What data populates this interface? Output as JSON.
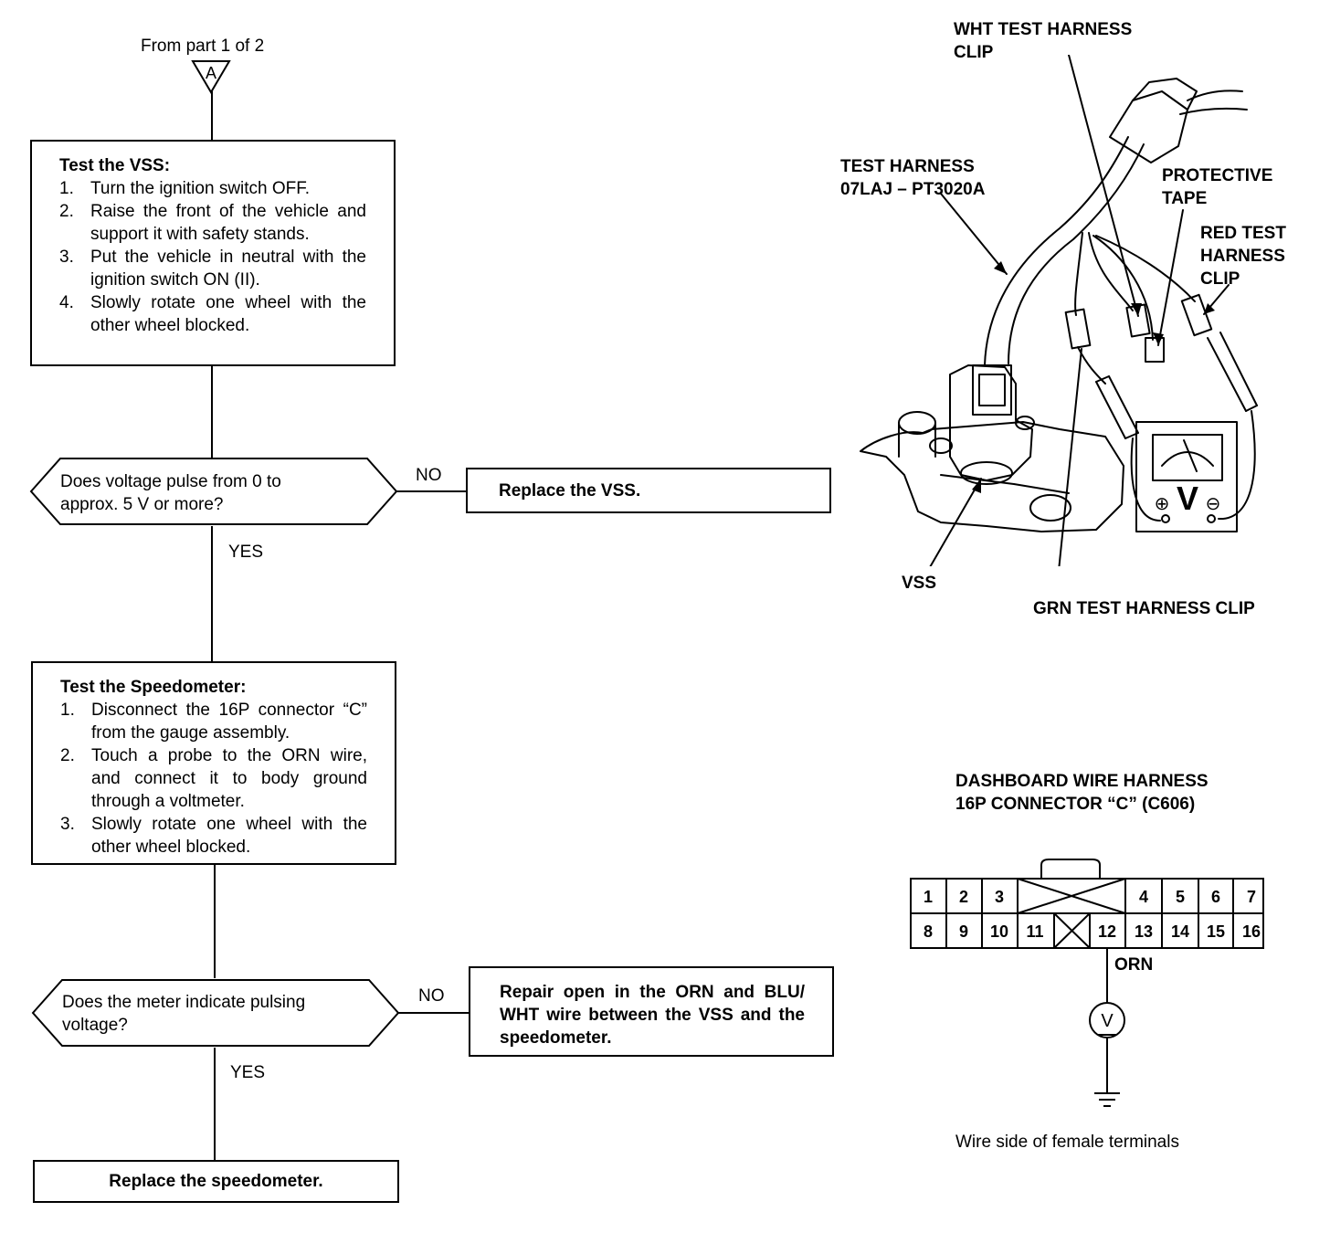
{
  "flowchart": {
    "entry_label": "From part 1 of 2",
    "entry_marker": "A",
    "test_vss": {
      "title": "Test the VSS:",
      "steps": [
        {
          "num": "1.",
          "text": "Turn the ignition switch OFF."
        },
        {
          "num": "2.",
          "text": "Raise the front of the vehicle and support it with safety stands."
        },
        {
          "num": "3.",
          "text": "Put the vehicle in neutral with the ignition switch ON (II)."
        },
        {
          "num": "4.",
          "text": "Slowly rotate one wheel with the other wheel blocked."
        }
      ]
    },
    "decision_1": {
      "question": "Does voltage pulse from 0 to approx. 5 V or more?",
      "no_label": "NO",
      "yes_label": "YES"
    },
    "action_replace_vss": "Replace the VSS.",
    "test_speedometer": {
      "title": "Test the Speedometer:",
      "steps": [
        {
          "num": "1.",
          "text": "Disconnect the 16P connector “C” from the gauge assembly."
        },
        {
          "num": "2.",
          "text": "Touch a probe to the ORN wire, and connect it to body ground through a voltmeter."
        },
        {
          "num": "3.",
          "text": "Slowly rotate one wheel with the other wheel blocked."
        }
      ]
    },
    "decision_2": {
      "question": "Does the meter indicate pulsing voltage?",
      "no_label": "NO",
      "yes_label": "YES"
    },
    "action_repair": "Repair open in the ORN and BLU/ WHT wire between the VSS and the speedometer.",
    "action_replace_speedometer": "Replace the speedometer."
  },
  "illustration": {
    "labels": {
      "wht_clip": "WHT TEST HARNESS\nCLIP",
      "test_harness": "TEST HARNESS\n07LAJ – PT3020A",
      "protective_tape": "PROTECTIVE\nTAPE",
      "red_clip": "RED TEST\nHARNESS\nCLIP",
      "vss": "VSS",
      "grn_clip": "GRN TEST HARNESS CLIP"
    },
    "meter_symbol": "V",
    "meter_plus": "⊕",
    "meter_minus": "⊖"
  },
  "connector": {
    "title_line1": "DASHBOARD WIRE HARNESS",
    "title_line2": "16P CONNECTOR “C” (C606)",
    "top_row": [
      "1",
      "2",
      "3",
      "4",
      "5",
      "6",
      "7"
    ],
    "bottom_row": [
      "8",
      "9",
      "10",
      "11",
      "12",
      "13",
      "14",
      "15",
      "16"
    ],
    "wire_label": "ORN",
    "meter_symbol": "V",
    "caption": "Wire side of female terminals"
  }
}
